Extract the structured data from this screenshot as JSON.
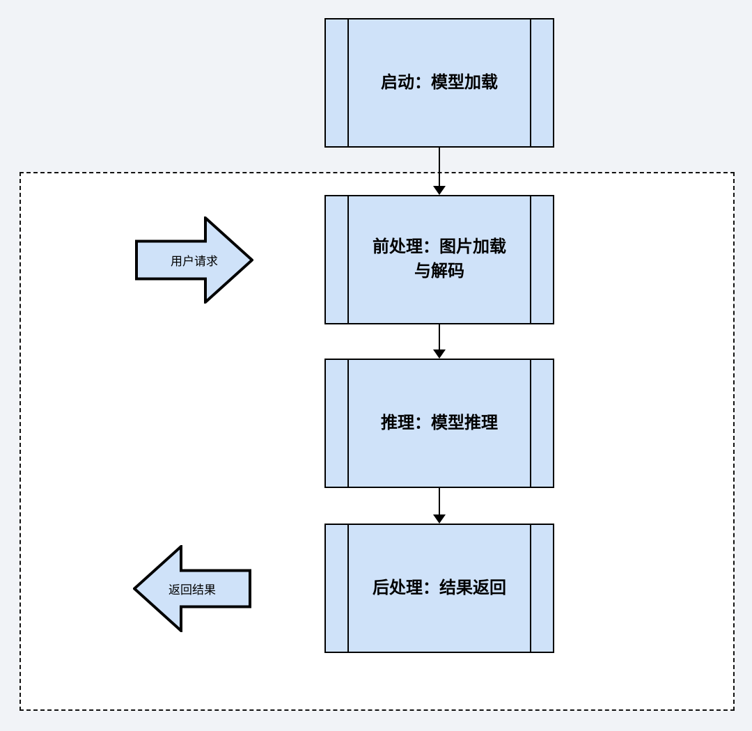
{
  "nodes": [
    {
      "id": "startup",
      "label": "启动：模型加载"
    },
    {
      "id": "preprocess",
      "label": "前处理：图片加载与解码"
    },
    {
      "id": "inference",
      "label": "推理：模型推理"
    },
    {
      "id": "postprocess",
      "label": "后处理：结果返回"
    }
  ],
  "io_arrows": {
    "request": "用户请求",
    "result": "返回结果"
  },
  "colors": {
    "node_fill": "#cfe2f9",
    "node_border": "#000000",
    "connector": "#000000",
    "boundary_border": "#111111",
    "boundary_fill": "#ffffff",
    "canvas_background": "#f1f3f7"
  }
}
